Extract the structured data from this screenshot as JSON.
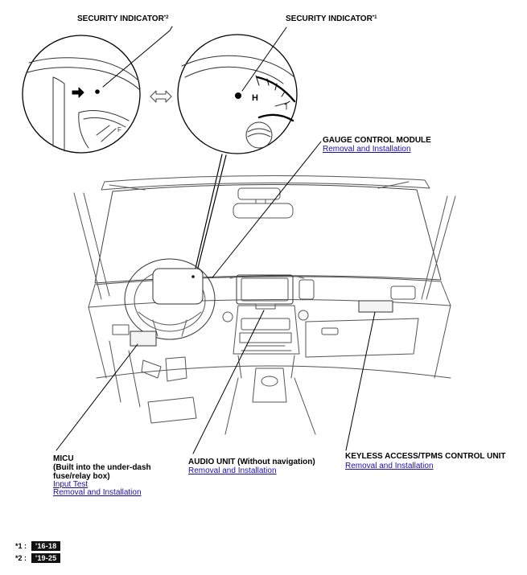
{
  "callouts": {
    "security_indicator_2": {
      "label": "SECURITY INDICATOR",
      "note": "*2"
    },
    "security_indicator_1": {
      "label": "SECURITY INDICATOR",
      "note": "*1"
    },
    "gauge_control_module": {
      "label": "GAUGE CONTROL MODULE",
      "link": "Removal and Installation"
    },
    "micu": {
      "line1": "MICU",
      "line2": "(Built into the under-dash",
      "line3": "fuse/relay box)",
      "link1": "Input Test",
      "link2": "Removal and Installation"
    },
    "audio_unit": {
      "label": "AUDIO UNIT (Without navigation)",
      "link": "Removal and Installation"
    },
    "keyless": {
      "label": "KEYLESS ACCESS/TPMS CONTROL UNIT",
      "link": "Removal and Installation"
    }
  },
  "gauge_marks": {
    "h": "H",
    "f": "F"
  },
  "footnotes": [
    {
      "mark": "*1 :",
      "badge": "'16-18"
    },
    {
      "mark": "*2 :",
      "badge": "'19-25"
    }
  ]
}
